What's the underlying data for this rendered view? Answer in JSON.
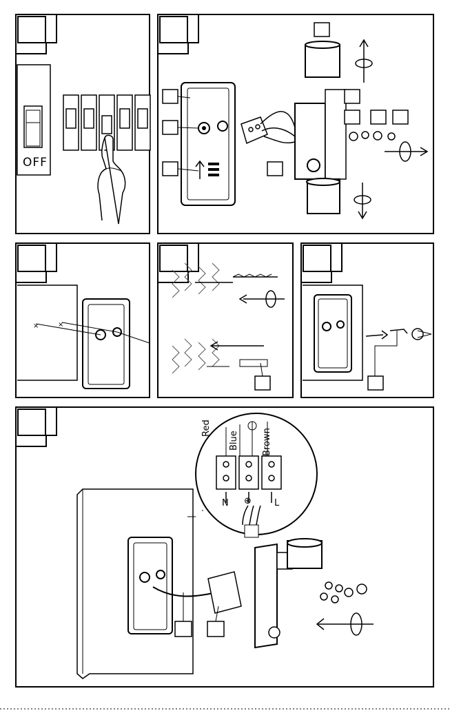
{
  "panels": {
    "p1": {
      "label": "",
      "switch_text": "OFF"
    },
    "p2": {
      "labels": [
        "",
        "",
        "",
        "",
        "",
        "",
        "",
        ""
      ]
    },
    "p3": {
      "label": ""
    },
    "p4": {
      "label": "",
      "callouts": [
        ""
      ]
    },
    "p5": {
      "label": "",
      "callouts": [
        ""
      ]
    },
    "p6": {
      "label": "",
      "wire_colors": [
        "Red",
        "Blue",
        "Brown"
      ],
      "terminal_marks": [
        "N",
        "⊕",
        "L"
      ],
      "callouts": [
        "",
        ""
      ]
    }
  },
  "colors": {
    "ink": "#000000",
    "paper": "#ffffff",
    "hatch": "#555555"
  }
}
